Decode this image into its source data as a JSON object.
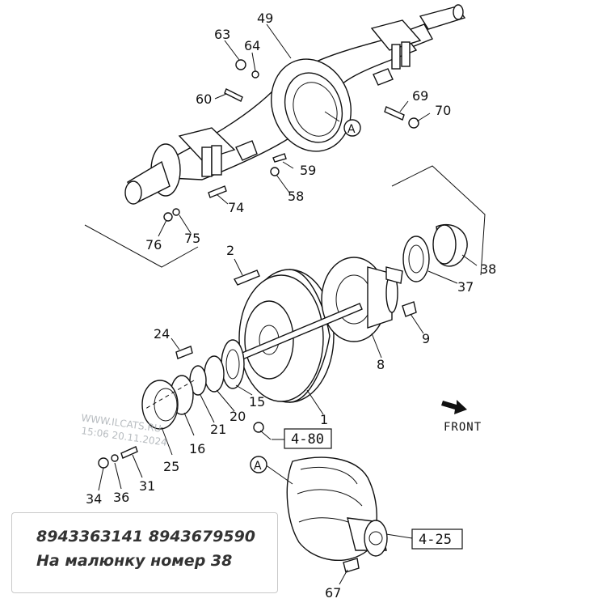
{
  "callouts": {
    "p1": "1",
    "p2": "2",
    "p8": "8",
    "p9": "9",
    "p15": "15",
    "p16": "16",
    "p20": "20",
    "p21": "21",
    "p24": "24",
    "p25": "25",
    "p31": "31",
    "p34": "34",
    "p36": "36",
    "p37": "37",
    "p38": "38",
    "p49": "49",
    "p58": "58",
    "p59": "59",
    "p60": "60",
    "p63": "63",
    "p64": "64",
    "p67": "67",
    "p69": "69",
    "p70": "70",
    "p74": "74",
    "p75": "75",
    "p76": "76"
  },
  "ref_boxes": {
    "ref_a": "4-80",
    "ref_b": "4-25"
  },
  "circle_marks": {
    "mark_a_housing": "A",
    "mark_a_diff": "A"
  },
  "direction": {
    "label": "FRONT"
  },
  "watermark": {
    "line1": "WWW.ILCATS.RU",
    "line2": "15:06 20.11.2024"
  },
  "note": {
    "line1": "8943363141 8943679590",
    "line2": "На малюнку номер 38"
  }
}
